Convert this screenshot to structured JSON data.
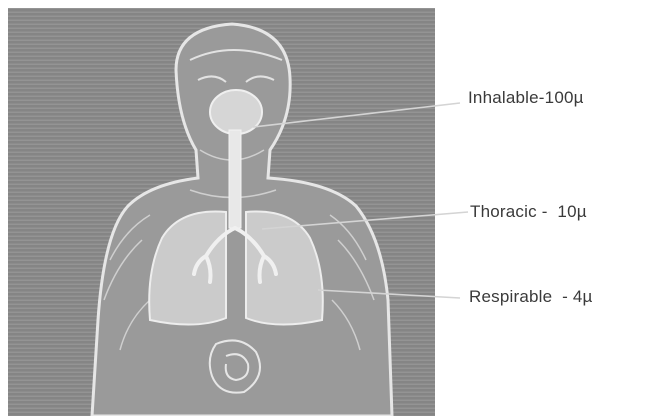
{
  "diagram": {
    "labels": {
      "inhalable": "Inhalable-100µ",
      "thoracic": "Thoracic -  10µ",
      "respirable": "Respirable  - 4µ"
    },
    "colors": {
      "background": "#8e8e8e",
      "body_outline": "#e8e8e8",
      "lungs": "#c9c9c9",
      "leader_line": "#cfcfcf",
      "label_text": "#3a3a3a"
    }
  }
}
